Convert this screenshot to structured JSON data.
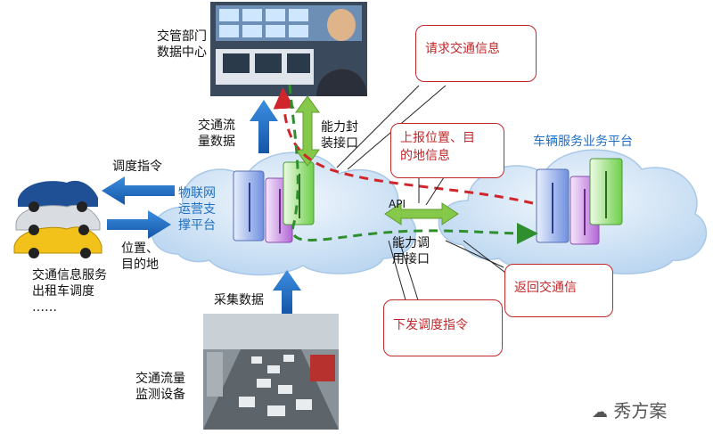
{
  "top_photo_label": [
    "交管部门",
    "数据中心"
  ],
  "traffic_data_label": [
    "交通流",
    "量数据"
  ],
  "capability_wrap_label": [
    "能力封",
    "装接口"
  ],
  "dispatch_cmd_label": "调度指令",
  "position_label": [
    "位置、",
    "目的地"
  ],
  "iot_platform_label": [
    "物联网",
    "运营支",
    "撑平台"
  ],
  "services_label": [
    "交通信息服务",
    "出租车调度",
    "……"
  ],
  "collect_data_label": "采集数据",
  "monitor_label": [
    "交通流量",
    "监测设备"
  ],
  "api_label": "API",
  "capability_call_label": [
    "能力调",
    "用接口"
  ],
  "vehicle_platform_label": "车辆服务业务平台",
  "callouts": {
    "request": "请求交通信息",
    "report": [
      "上报位置、目",
      "的地信息"
    ],
    "return": "返回交通信",
    "issue": "下发调度指令"
  },
  "watermark": "秀方案",
  "colors": {
    "arrow_blue": "#1f6fc2",
    "arrow_green": "#7fc241",
    "dash_red": "#d0262b",
    "dash_green": "#2f8f2f",
    "cloud": "#cfe3f6"
  }
}
